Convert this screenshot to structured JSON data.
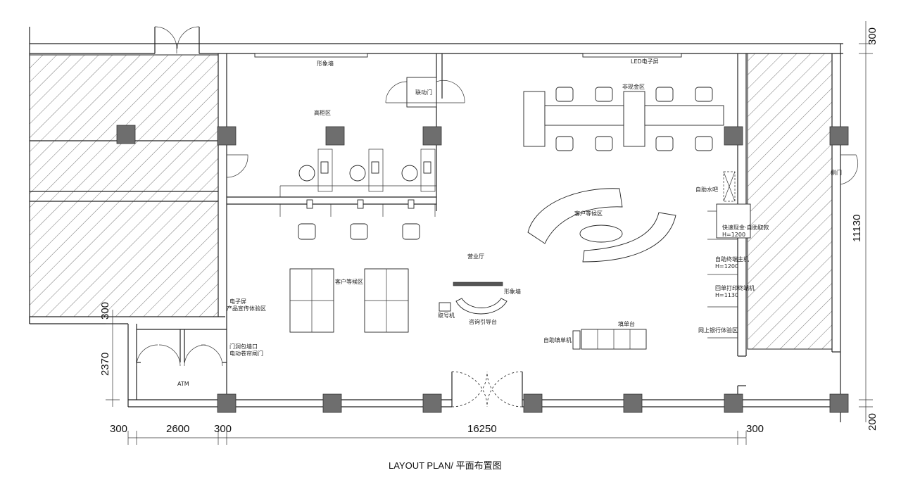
{
  "caption": "LAYOUT PLAN/ 平面布置图",
  "dimensions": {
    "top_300": "300",
    "right_11130": "11130",
    "right_200": "200",
    "left_300": "300",
    "left_2370": "2370",
    "bottom_300a": "300",
    "bottom_2600": "2600",
    "bottom_300b": "300",
    "bottom_16250": "16250",
    "bottom_300c": "300"
  },
  "labels": {
    "image_wall_top": "形象墙",
    "led_screen": "LED电子屏",
    "linked_door": "联动门",
    "high_counter": "高柜区",
    "non_cash": "非现金区",
    "self_water": "自助水吧",
    "side_door": "侧门",
    "customer_wait_right": "客户等候区",
    "quick_cash_line1": "快速现金·自助取款",
    "quick_cash_line2": "H=1200",
    "self_terminal_line1": "自助终端主机",
    "self_terminal_line2": "H=1200",
    "print_terminal_line1": "回单打印终端机",
    "print_terminal_line2": "H=1130",
    "online_bank": "网上银行体验区",
    "lobby": "营业厅",
    "customer_wait_left": "客户等候区",
    "image_wall_mid": "形象墙",
    "queue_machine": "取号机",
    "consult_desk": "咨询引导台",
    "form_desk": "填单台",
    "self_form_machine": "自助填单机",
    "screen_line1": "电子屏",
    "screen_line2": "产品宣传体验区",
    "gate_line1": "门洞包墙口",
    "gate_line2": "电动卷帘闸门",
    "atm": "ATM"
  }
}
